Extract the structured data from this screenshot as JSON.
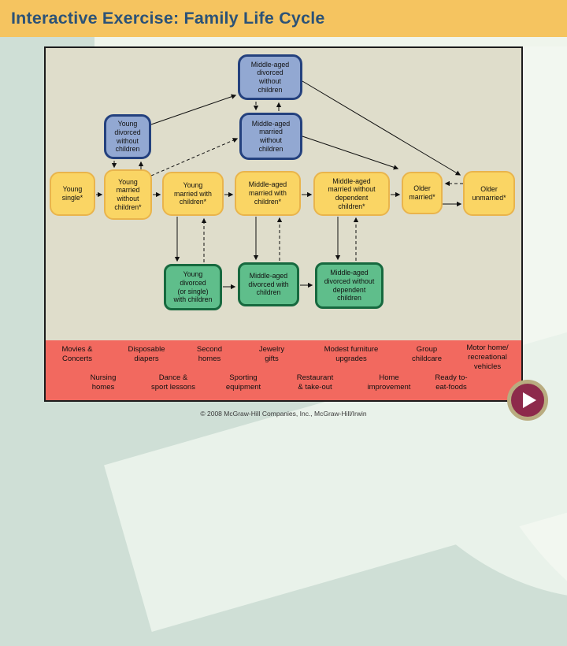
{
  "slide": {
    "title": "Interactive Exercise: Family Life Cycle"
  },
  "diagram": {
    "blue_boxes": [
      "Middle-aged\ndivorced\nwithout\nchildren",
      "Young\ndivorced\nwithout\nchildren",
      "Middle-aged\nmarried\nwithout\nchildren"
    ],
    "yellow_boxes": [
      "Young\nsingle*",
      "Young\nmarried\nwithout\nchildren*",
      "Young\nmarried with\nchildren*",
      "Middle-aged\nmarried with\nchildren*",
      "Middle-aged\nmarried without\ndependent\nchildren*",
      "Older\nmarried*",
      "Older\nunmarried*"
    ],
    "green_boxes": [
      "Young\ndivorced\n(or single)\nwith children",
      "Middle-aged\ndivorced with\nchildren",
      "Middle-aged\ndivorced without\ndependent\nchildren"
    ]
  },
  "banner": {
    "row1": [
      "Movies &\nConcerts",
      "Disposable\ndiapers",
      "Second\nhomes",
      "Jewelry\ngifts",
      "Modest furniture\nupgrades",
      "Group\nchildcare",
      "Motor home/\nrecreational\nvehicles"
    ],
    "row2": [
      "Nursing\nhomes",
      "Dance &\nsport lessons",
      "Sporting\nequipment",
      "Restaurant\n& take-out",
      "Home\nimprovement",
      "Ready to-\neat-foods"
    ]
  },
  "footer": {
    "copyright": "© 2008 McGraw-Hill Companies, Inc., McGraw-Hill/Irwin"
  },
  "colors": {
    "title_bar": "#F5C460",
    "title_text": "#2B5277",
    "background": "#CFDFD6",
    "panel_fill": "#DFDDCB",
    "blue_node": "#92A8D2",
    "blue_border": "#24417E",
    "yellow_node": "#FAD564",
    "yellow_border": "#E9B44C",
    "green_node": "#5FBE8B",
    "green_border": "#17693F",
    "banner_red": "#F2695F",
    "button_ring": "#B9AC80",
    "button_fill": "#8D2A4B"
  }
}
